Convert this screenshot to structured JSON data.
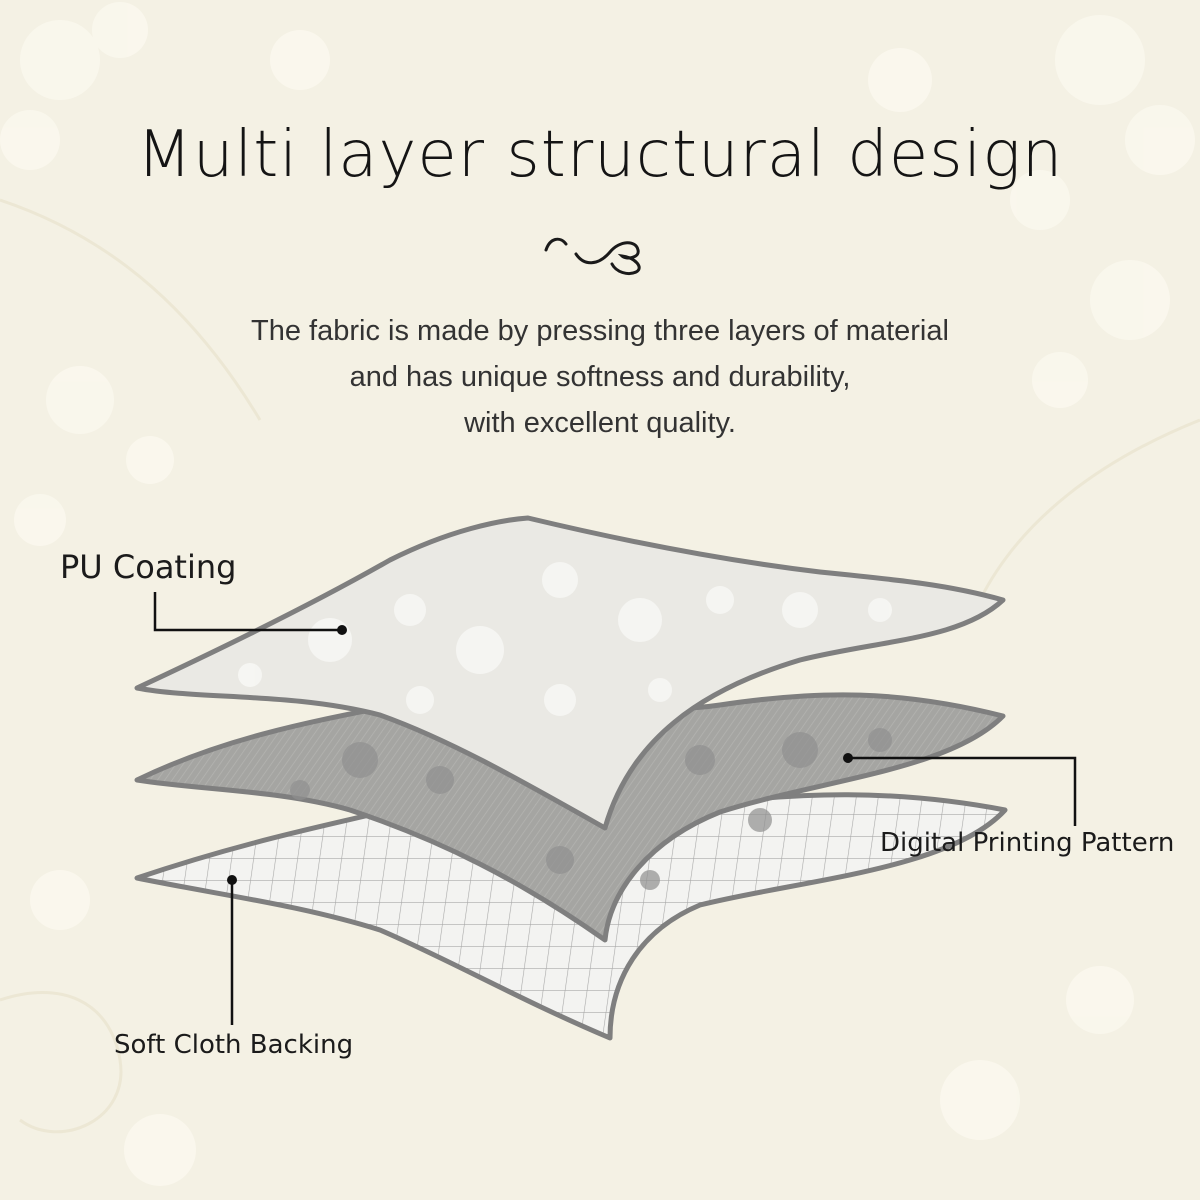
{
  "title": "Multi layer structural design",
  "description": {
    "lines": [
      "The fabric is made by pressing three layers of material",
      "and has unique softness and durability,",
      "with excellent quality."
    ]
  },
  "layers": {
    "top": {
      "label": "PU Coating",
      "fill": "#ecebe6"
    },
    "middle": {
      "label": "Digital Printing Pattern",
      "fill": "#a9a9a6"
    },
    "bottom": {
      "label": "Soft Cloth Backing",
      "fill": "#ededeb"
    }
  },
  "colors": {
    "background": "#f4f1e4",
    "outline": "#808080",
    "leader": "#111111"
  }
}
